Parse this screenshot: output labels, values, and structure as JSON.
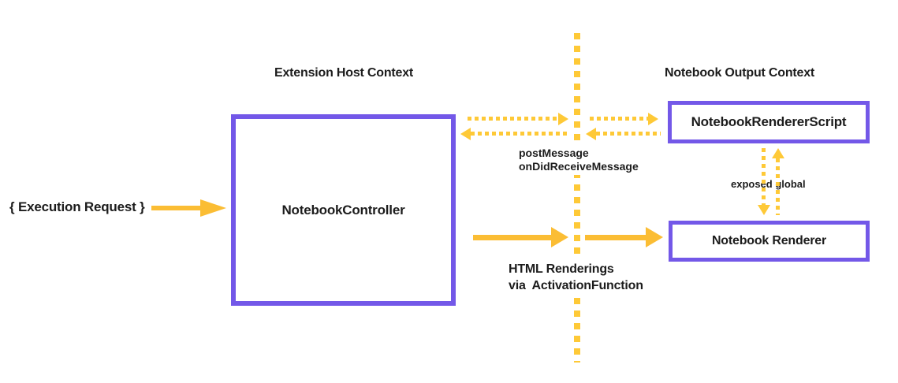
{
  "diagram": {
    "left_context": {
      "heading": "Extension Host Context"
    },
    "right_context": {
      "heading": "Notebook Output Context"
    },
    "nodes": {
      "controller": "NotebookController",
      "renderer_script": "NotebookRendererScript",
      "renderer": "Notebook Renderer"
    },
    "input_label": "{ Execution Request }",
    "edge_labels": {
      "post_message": "postMessage",
      "on_did_receive_message": "onDidReceiveMessage",
      "html_renderings_line1": "HTML Renderings",
      "html_renderings_line2": "via  ActivationFunction",
      "exposed_global": "exposed global"
    },
    "colors": {
      "box_border": "#7358e8",
      "arrow_solid": "#fbbd34",
      "arrow_dashed": "#fec937",
      "text": "#1c1c1c"
    }
  }
}
